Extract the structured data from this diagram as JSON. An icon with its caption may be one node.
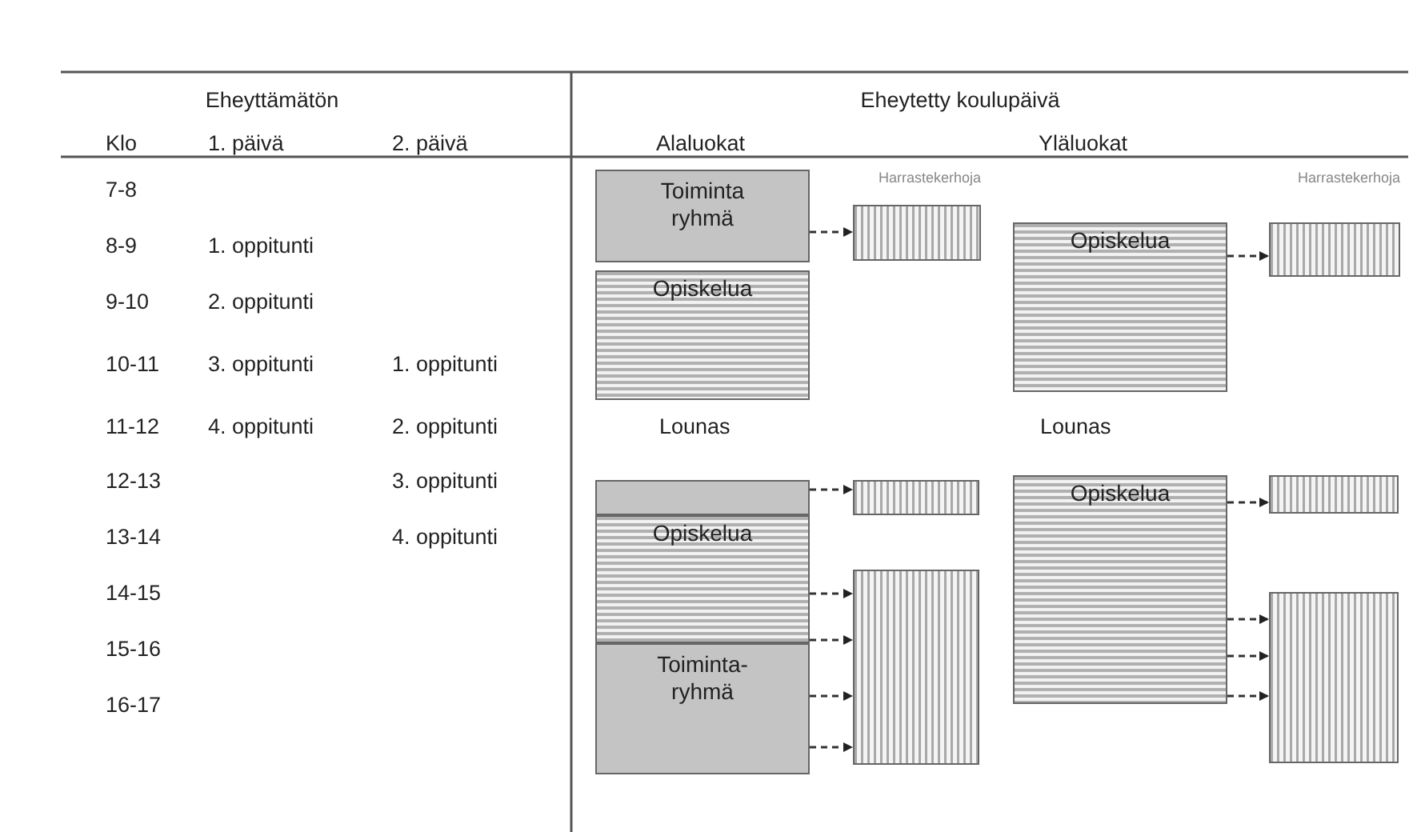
{
  "diagram": {
    "nodes": [
      {
        "text": [
          "Toiminta ryhmä"
        ]
      },
      {
        "text": [
          "Opiskelua"
        ]
      },
      {
        "text": [
          "Harrastekerhoja"
        ]
      },
      {
        "text": [
          "Opiskelua"
        ]
      },
      {
        "text": [
          "Harrastekerhoja"
        ]
      },
      {
        "text": [],
        "shape": "box"
      },
      {
        "text": [
          "Opiskelua"
        ]
      },
      {
        "text": [
          "Toiminta-ryhmä"
        ]
      },
      {
        "text": [],
        "shape": "box"
      },
      {
        "text": [],
        "shape": "box"
      },
      {
        "text": [
          "Opiskelua"
        ]
      },
      {
        "text": [],
        "shape": "box"
      },
      {
        "text": [],
        "shape": "box"
      }
    ],
    "edges": [
      {
        "from": 0,
        "to": 2,
        "arrow": "to",
        "style": "dashed"
      },
      {
        "from": 3,
        "to": 4,
        "arrow": "to",
        "style": "dashed"
      },
      {
        "from": 5,
        "to": 8,
        "arrow": "to",
        "style": "dashed"
      },
      {
        "from": 6,
        "to": 9,
        "arrow": "to",
        "style": "dashed"
      },
      {
        "from": 6,
        "to": 9,
        "arrow": "to",
        "style": "dashed"
      },
      {
        "from": 7,
        "to": 9,
        "arrow": "to",
        "style": "dashed"
      },
      {
        "from": 7,
        "to": 9,
        "arrow": "to",
        "style": "dashed"
      },
      {
        "from": 10,
        "to": 11,
        "arrow": "to",
        "style": "dashed"
      },
      {
        "from": 10,
        "to": 12,
        "arrow": "to",
        "style": "dashed"
      },
      {
        "from": 10,
        "to": 12,
        "arrow": "to",
        "style": "dashed"
      },
      {
        "from": 10,
        "to": 12,
        "arrow": "to",
        "style": "dashed"
      }
    ],
    "labels": [
      "Eheyttämätön",
      "Eheytetty koulupäivä",
      "Klo",
      "1. päivä",
      "2. päivä",
      "Alaluokat",
      "Yläluokat",
      "7-8",
      "8-9",
      "1. oppitunti",
      "9-10",
      "2. oppitunti",
      "10-11",
      "3. oppitunti",
      "1. oppitunti",
      "11-12",
      "4. oppitunti",
      "2. oppitunti",
      "Lounas",
      "Lounas",
      "12-13",
      "3. oppitunti",
      "13-14",
      "4. oppitunti",
      "14-15",
      "15-16",
      "16-17"
    ]
  }
}
